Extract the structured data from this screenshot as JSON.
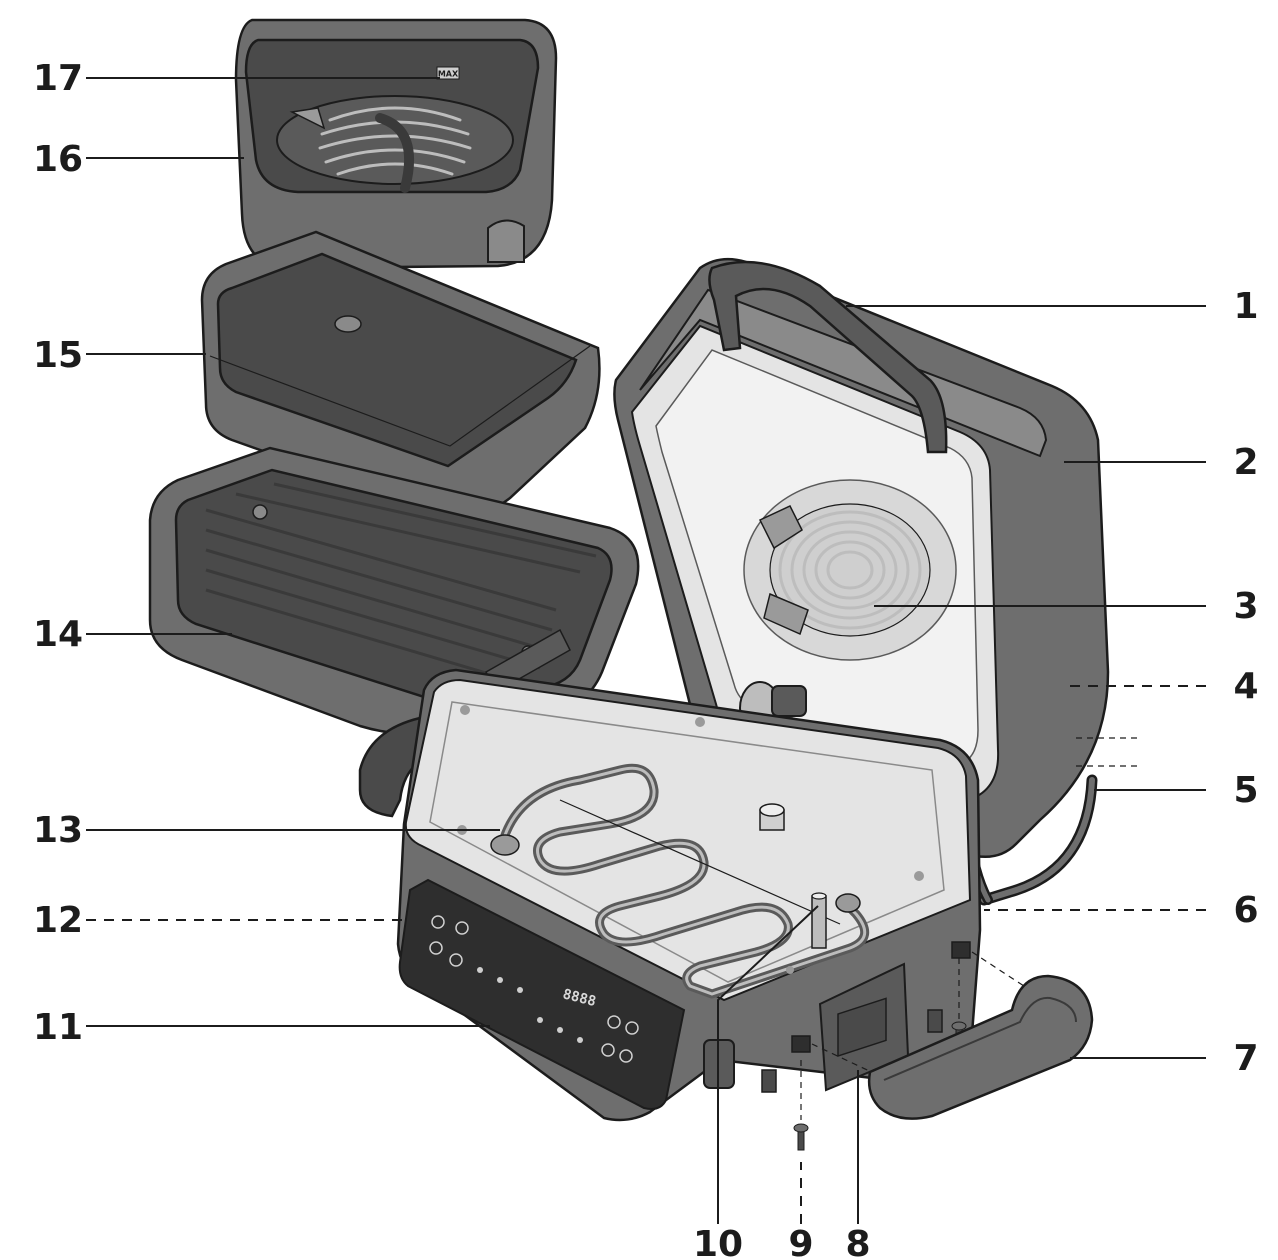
{
  "callouts": [
    {
      "id": "1",
      "label": "1"
    },
    {
      "id": "2",
      "label": "2"
    },
    {
      "id": "3",
      "label": "3"
    },
    {
      "id": "4",
      "label": "4"
    },
    {
      "id": "5",
      "label": "5"
    },
    {
      "id": "6",
      "label": "6"
    },
    {
      "id": "7",
      "label": "7"
    },
    {
      "id": "8",
      "label": "8"
    },
    {
      "id": "9",
      "label": "9"
    },
    {
      "id": "10",
      "label": "10"
    },
    {
      "id": "11",
      "label": "11"
    },
    {
      "id": "12",
      "label": "12"
    },
    {
      "id": "13",
      "label": "13"
    },
    {
      "id": "14",
      "label": "14"
    },
    {
      "id": "15",
      "label": "15"
    },
    {
      "id": "16",
      "label": "16"
    },
    {
      "id": "17",
      "label": "17"
    }
  ],
  "basket_mark": "MAX",
  "display_text": "8888",
  "colors": {
    "body": "#6e6e6e",
    "outline": "#1c1c1c",
    "plate": "#e4e4e4",
    "control_panel": "#2e2e2e"
  }
}
